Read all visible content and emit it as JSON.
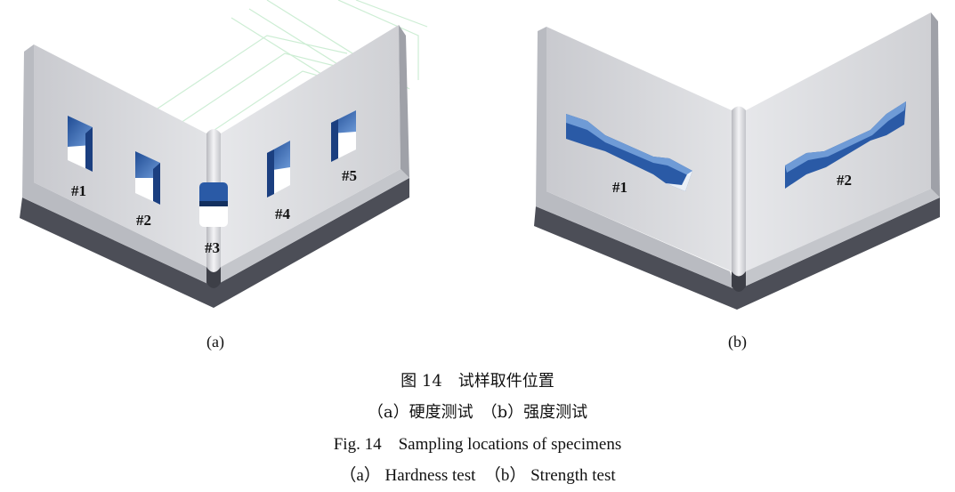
{
  "figure": {
    "panels": [
      {
        "label": "(a)",
        "markers": [
          "#1",
          "#2",
          "#3",
          "#4",
          "#5"
        ]
      },
      {
        "label": "(b)",
        "markers": [
          "#1",
          "#2"
        ]
      }
    ],
    "colors": {
      "panel_face": "#dcdde1",
      "panel_face_light": "#ecedf0",
      "base_dark": "#4a4c55",
      "bevel": "#bfc1c7",
      "cutout_blue": "#2d5ea8",
      "cutout_blue_light": "#6f9bd6",
      "cutout_white": "#ffffff",
      "watermark_green": "#bfe8c4"
    }
  },
  "caption": {
    "zh_title": "图 14　试样取件位置",
    "zh_sub": "（a）硬度测试　（b）强度测试",
    "en_title": "Fig. 14　Sampling locations of specimens",
    "en_sub": "（a） Hardness test　（b） Strength test"
  }
}
